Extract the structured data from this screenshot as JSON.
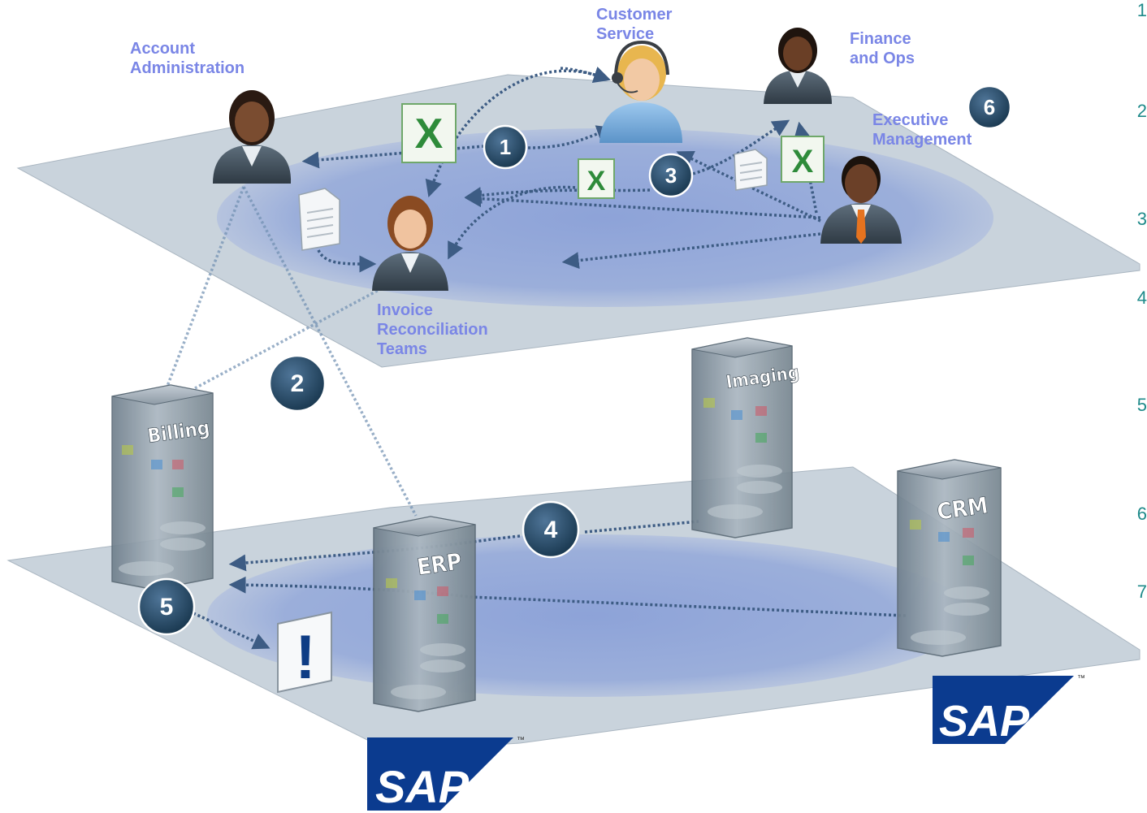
{
  "roles": {
    "account_admin": "Account\nAdministration",
    "customer_service": "Customer\nService",
    "finance_ops": "Finance\nand Ops",
    "executive": "Executive\nManagement",
    "invoice_teams": "Invoice\nReconciliation\nTeams"
  },
  "systems": {
    "billing": "Billing",
    "imaging": "Imaging",
    "erp": "ERP",
    "crm": "CRM"
  },
  "steps": [
    "1",
    "2",
    "3",
    "4",
    "5",
    "6"
  ],
  "edge_numbers": [
    "1",
    "2",
    "3",
    "4",
    "5",
    "6",
    "7"
  ],
  "logo": {
    "text": "SAP",
    "tm": "™"
  },
  "alert_symbol": "!",
  "colors": {
    "plane": "#c9d3dc",
    "ellipse": "#8fa3d6",
    "label": "#7a86e6",
    "badge": "#23465f",
    "arrow": "#3d5c84",
    "server": "#8c9aa6",
    "logo_blue": "#0b3b8f",
    "edge_num": "#1f8a8a"
  }
}
